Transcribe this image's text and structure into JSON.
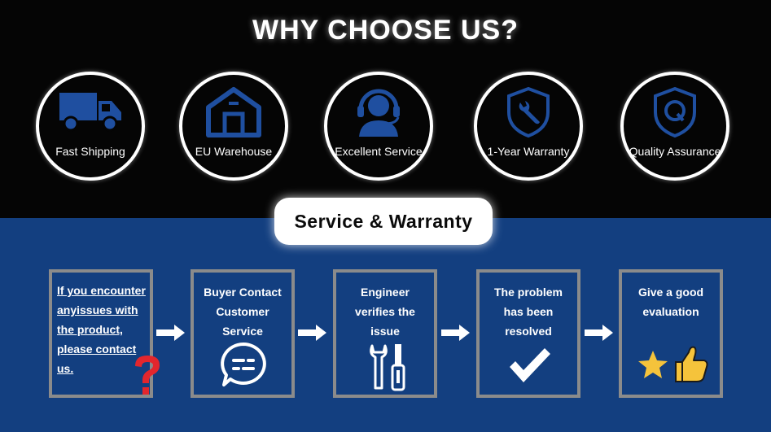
{
  "header": {
    "title": "WHY CHOOSE US?"
  },
  "features": [
    {
      "label": "Fast Shipping",
      "icon": "truck-icon"
    },
    {
      "label": "EU Warehouse",
      "icon": "warehouse-icon"
    },
    {
      "label": "Excellent Service",
      "icon": "headset-icon"
    },
    {
      "label": "1-Year Warranty",
      "icon": "wrench-shield-icon"
    },
    {
      "label": "Quality Assurance",
      "icon": "q-shield-icon"
    }
  ],
  "section": {
    "label": "Service & Warranty"
  },
  "steps": [
    {
      "lines": [
        "If you encounter",
        "anyissues with",
        "the product,",
        "please contact",
        "us."
      ],
      "icon": "question-mark-icon"
    },
    {
      "lines": [
        "Buyer Contact",
        "Customer",
        "Service"
      ],
      "icon": "chat-icon"
    },
    {
      "lines": [
        "Engineer",
        "verifies the",
        "issue"
      ],
      "icon": "tools-icon"
    },
    {
      "lines": [
        "The problem",
        "has been",
        "resolved"
      ],
      "icon": "checkmark-icon"
    },
    {
      "lines": [
        "Give a good",
        "evaluation"
      ],
      "icon": "star-thumbs-up-icon"
    }
  ],
  "colors": {
    "icon_blue": "#1f4fa0",
    "band_blue": "#133f80",
    "question_red": "#e3262d",
    "star_yellow": "#f5c33b"
  }
}
